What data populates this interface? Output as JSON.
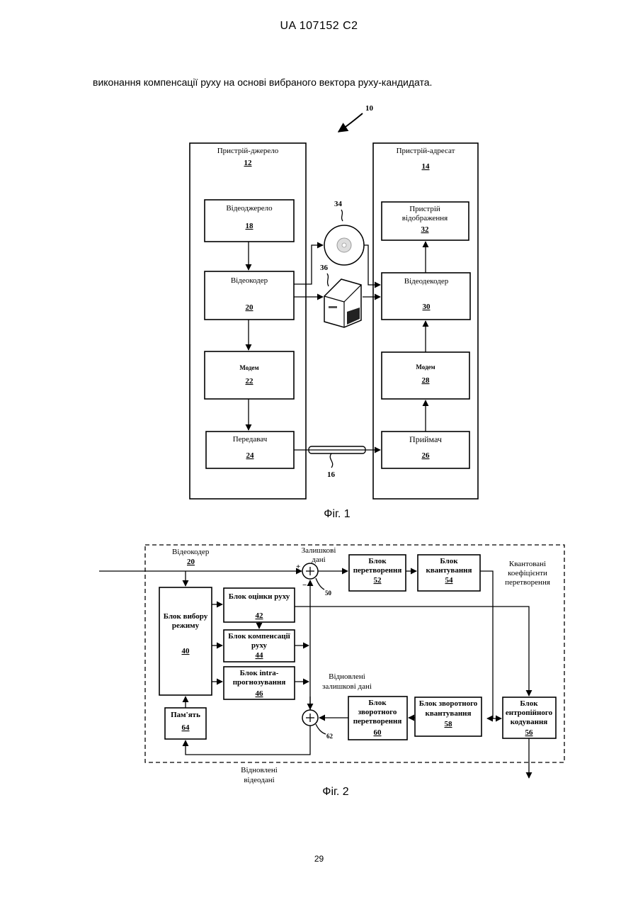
{
  "header": {
    "patent_id": "UA   107152   C2"
  },
  "body_text": "виконання компенсації руху на основі вибраного вектора руху-кандидата.",
  "fig1": {
    "caption": "Фіг. 1",
    "system_ref": "10",
    "source_device": {
      "label": "Пристрій-джерело",
      "ref": "12"
    },
    "dest_device": {
      "label": "Пристрій-адресат",
      "ref": "14"
    },
    "video_source": {
      "label": "Відеоджерело",
      "ref": "18"
    },
    "video_encoder": {
      "label": "Відеокодер",
      "ref": "20"
    },
    "modem_src": {
      "label": "Модем",
      "ref": "22"
    },
    "transmitter": {
      "label": "Передавач",
      "ref": "24"
    },
    "display": {
      "label_line1": "Пристрій",
      "label_line2": "відображення",
      "ref": "32"
    },
    "video_decoder": {
      "label": "Відеодекодер",
      "ref": "30"
    },
    "modem_dst": {
      "label": "Модем",
      "ref": "28"
    },
    "receiver": {
      "label": "Приймач",
      "ref": "26"
    },
    "storage_disc_ref": "34",
    "file_server_ref": "36",
    "channel_ref": "16"
  },
  "fig2": {
    "caption": "Фіг. 2",
    "encoder": {
      "label": "Відеокодер",
      "ref": "20"
    },
    "residual_label": {
      "line1": "Залишкові",
      "line2": "дані"
    },
    "adder_top": {
      "plus": "+",
      "minus": "−",
      "ref": "50"
    },
    "adder_bottom": {
      "ref": "62"
    },
    "transform": {
      "line1": "Блок",
      "line2": "перетворення",
      "ref": "52"
    },
    "quant": {
      "line1": "Блок",
      "line2": "квантування",
      "ref": "54"
    },
    "quant_coeffs": {
      "line1": "Квантовані",
      "line2": "коефіцієнти",
      "line3": "перетворення"
    },
    "mode_select": {
      "line1": "Блок вибору",
      "line2": "режиму",
      "ref": "40"
    },
    "motion_est": {
      "line1": "Блок оцінки руху",
      "ref": "42"
    },
    "motion_comp": {
      "line1": "Блок компенсації",
      "line2": "руху",
      "ref": "44"
    },
    "intra": {
      "line1": "Блок intra-",
      "line2": "прогнозування",
      "ref": "46"
    },
    "memory": {
      "line1": "Пам'ять",
      "ref": "64"
    },
    "restored_residual": {
      "line1": "Відновлені",
      "line2": "залишкові дані"
    },
    "inv_transform": {
      "line1": "Блок",
      "line2": "зворотного",
      "line3": "перетворення",
      "ref": "60"
    },
    "inv_quant": {
      "line1": "Блок зворотного",
      "line2": "квантування",
      "ref": "58"
    },
    "entropy": {
      "line1": "Блок",
      "line2": "ентропійного",
      "line3": "кодування",
      "ref": "56"
    },
    "restored_video": {
      "line1": "Відновлені",
      "line2": "відеодані"
    }
  },
  "page_number": "29"
}
